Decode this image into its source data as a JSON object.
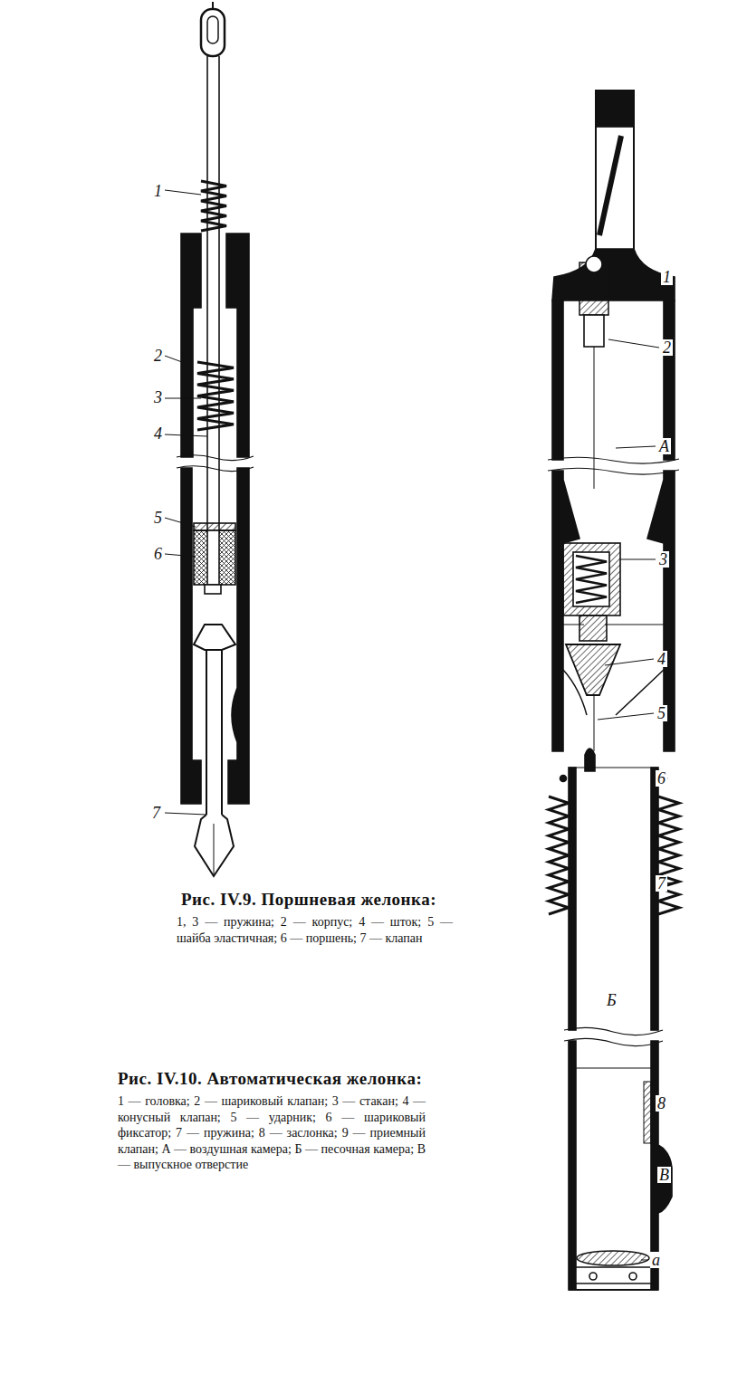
{
  "diagram": {
    "labels": [
      "1",
      "2",
      "3",
      "4",
      "5",
      "6",
      "7",
      "Рис. IV.9. Поршневая желонка:",
      "1, 3 — пружина; 2 — корпус; 4 — шток; 5 — шайба эластичная; 6 — поршень; 7 — клапан",
      "1",
      "2",
      "А",
      "3",
      "4",
      "5",
      "6",
      "7",
      "Б",
      "8",
      "В",
      "а",
      "Рис. IV.10. Автоматическая желонка:",
      "1 — головка; 2 — шариковый клапан; 3 — стакан; 4 — конусный клапан; 5 — ударник; 6 — шариковый фиксатор; 7 — пружина; 8 — заслонка; 9 — приемный клапан; А — воздушная камера; Б — песочная камера; В — выпускное отверстие"
    ]
  }
}
